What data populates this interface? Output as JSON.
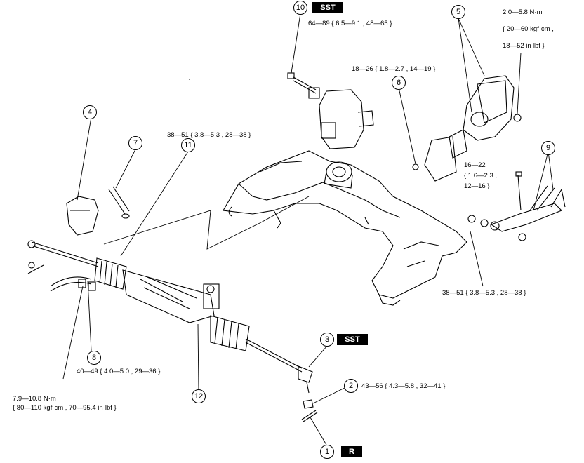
{
  "callouts": {
    "c1": "1",
    "c2": "2",
    "c3": "3",
    "c4": "4",
    "c5": "5",
    "c6": "6",
    "c7": "7",
    "c8": "8",
    "c9": "9",
    "c10": "10",
    "c11": "11",
    "c12": "12"
  },
  "badges": {
    "sst_top": "SST",
    "sst_mid": "SST",
    "r": "R"
  },
  "torque": {
    "t10": "64—89 { 6.5—9.1 , 48—65 }",
    "t5_1": "2.0—5.8 N·m",
    "t5_2": "{ 20—60 kgf·cm ,",
    "t5_3": "18—52 in·lbf }",
    "t18": "18—26 { 1.8—2.7 , 14—19 }",
    "t11": "38—51 { 3.8—5.3 , 28—38 }",
    "t16_1": "16—22",
    "t16_2": "{ 1.6—2.3 ,",
    "t16_3": "12—16 }",
    "t9": "38—51 { 3.8—5.3 , 28—38 }",
    "t8": "40—49 { 4.0—5.0 , 29—36 }",
    "t2": "43—56 { 4.3—5.8 , 32—41 }",
    "t7_1": "7.9—10.8 N·m",
    "t7_2": "{ 80—110 kgf·cm , 70—95.4 in·lbf }"
  }
}
